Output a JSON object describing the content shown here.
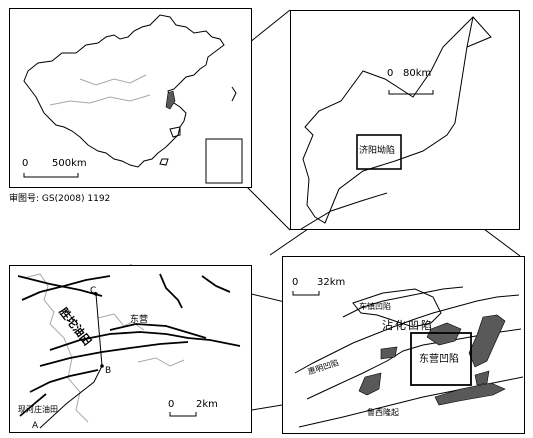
{
  "china_panel": {
    "scale_zero": "0",
    "scale_label": "500km",
    "approval_note": "审图号: GS(2008) 1192"
  },
  "depression_panel": {
    "scale_zero": "0",
    "scale_label": "80km",
    "box_label": "济阳坳陷"
  },
  "subbasin_panel": {
    "scale_zero": "0",
    "scale_label": "32km",
    "labels": {
      "chezhen": "车镇凹陷",
      "zhanhua": "沾化凹陷",
      "huimin": "惠明凹陷",
      "dongying": "东营凹陷",
      "luxi": "鲁西隆起"
    }
  },
  "field_panel": {
    "scale_zero": "0",
    "scale_label": "2km",
    "field_label": "胜坨油田",
    "city_label": "东营",
    "oilfield_sw": "现河庄油田",
    "points": {
      "a": "A",
      "b": "B",
      "c": "C"
    }
  },
  "colors": {
    "frame": "#000000",
    "fill_gray": "#595959",
    "faint_line": "#a8a8a8"
  }
}
